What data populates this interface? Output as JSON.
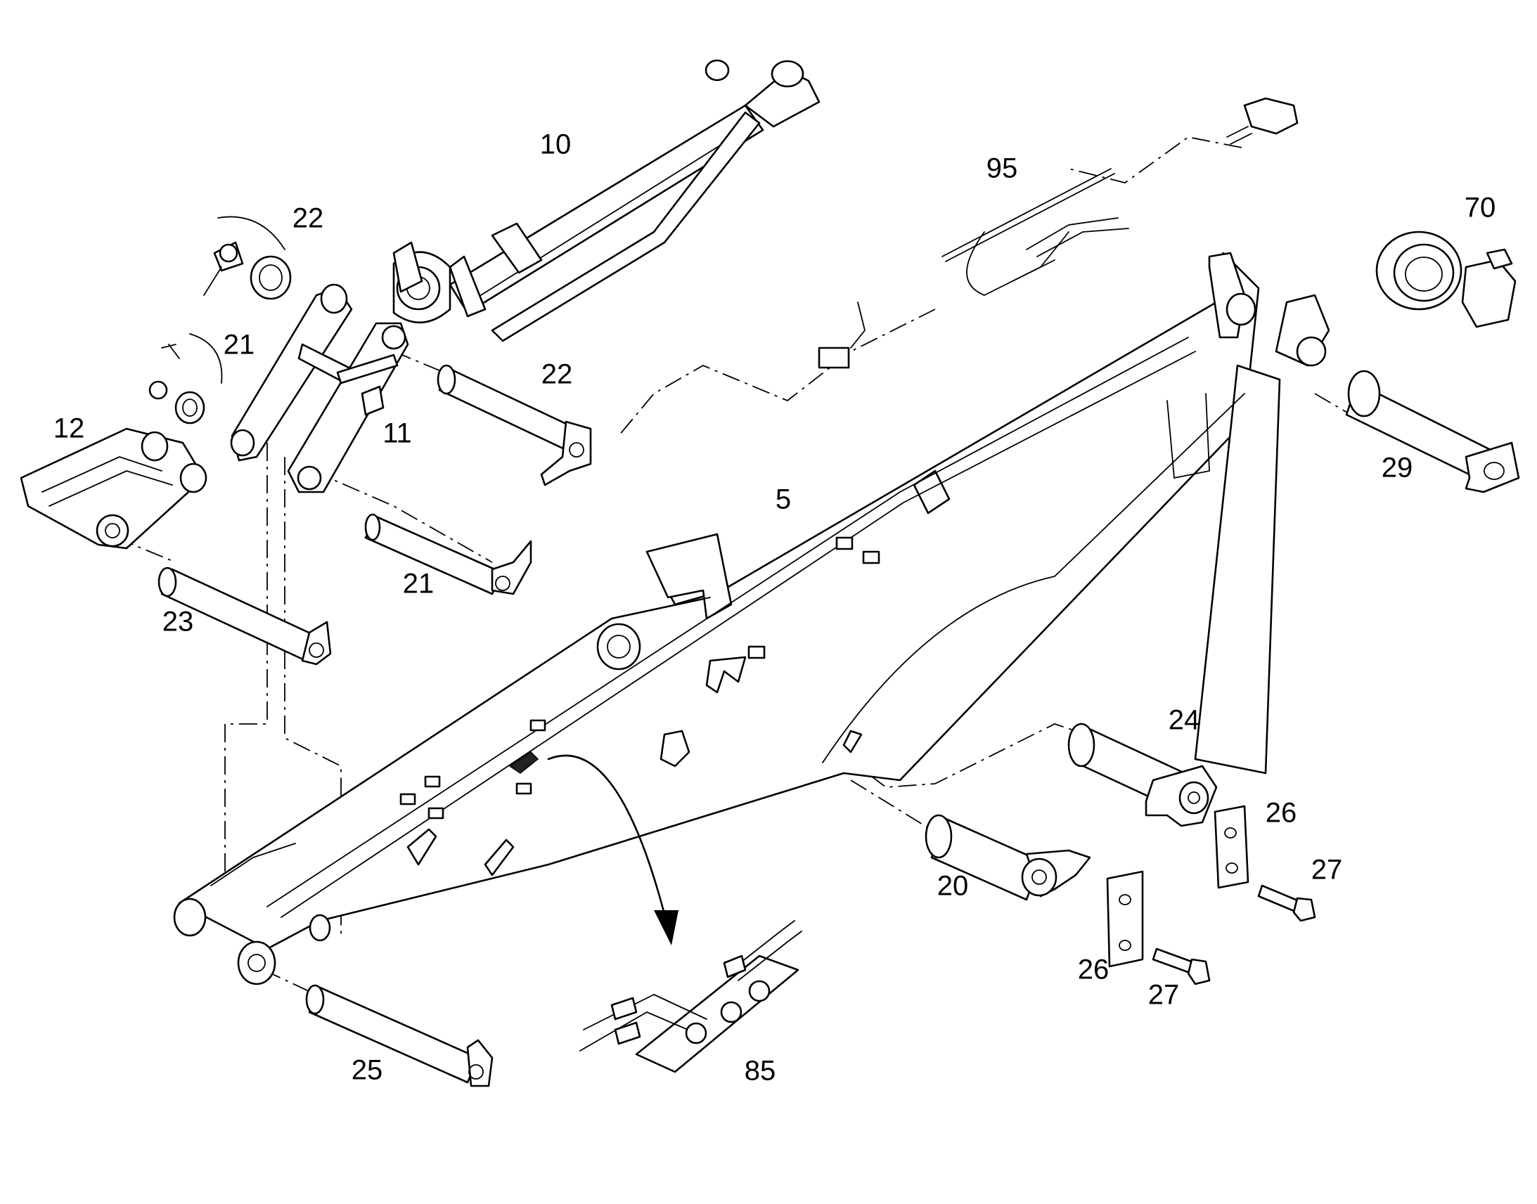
{
  "callouts": [
    {
      "id": "c10",
      "label": "10"
    },
    {
      "id": "c95",
      "label": "95"
    },
    {
      "id": "c70",
      "label": "70"
    },
    {
      "id": "c22a",
      "label": "22"
    },
    {
      "id": "c21a",
      "label": "21"
    },
    {
      "id": "c22b",
      "label": "22"
    },
    {
      "id": "c12",
      "label": "12"
    },
    {
      "id": "c11",
      "label": "11"
    },
    {
      "id": "c5",
      "label": "5"
    },
    {
      "id": "c29",
      "label": "29"
    },
    {
      "id": "c21b",
      "label": "21"
    },
    {
      "id": "c23",
      "label": "23"
    },
    {
      "id": "c24",
      "label": "24"
    },
    {
      "id": "c26a",
      "label": "26"
    },
    {
      "id": "c27a",
      "label": "27"
    },
    {
      "id": "c20",
      "label": "20"
    },
    {
      "id": "c26b",
      "label": "26"
    },
    {
      "id": "c27b",
      "label": "27"
    },
    {
      "id": "c25",
      "label": "25"
    },
    {
      "id": "c85",
      "label": "85"
    }
  ]
}
